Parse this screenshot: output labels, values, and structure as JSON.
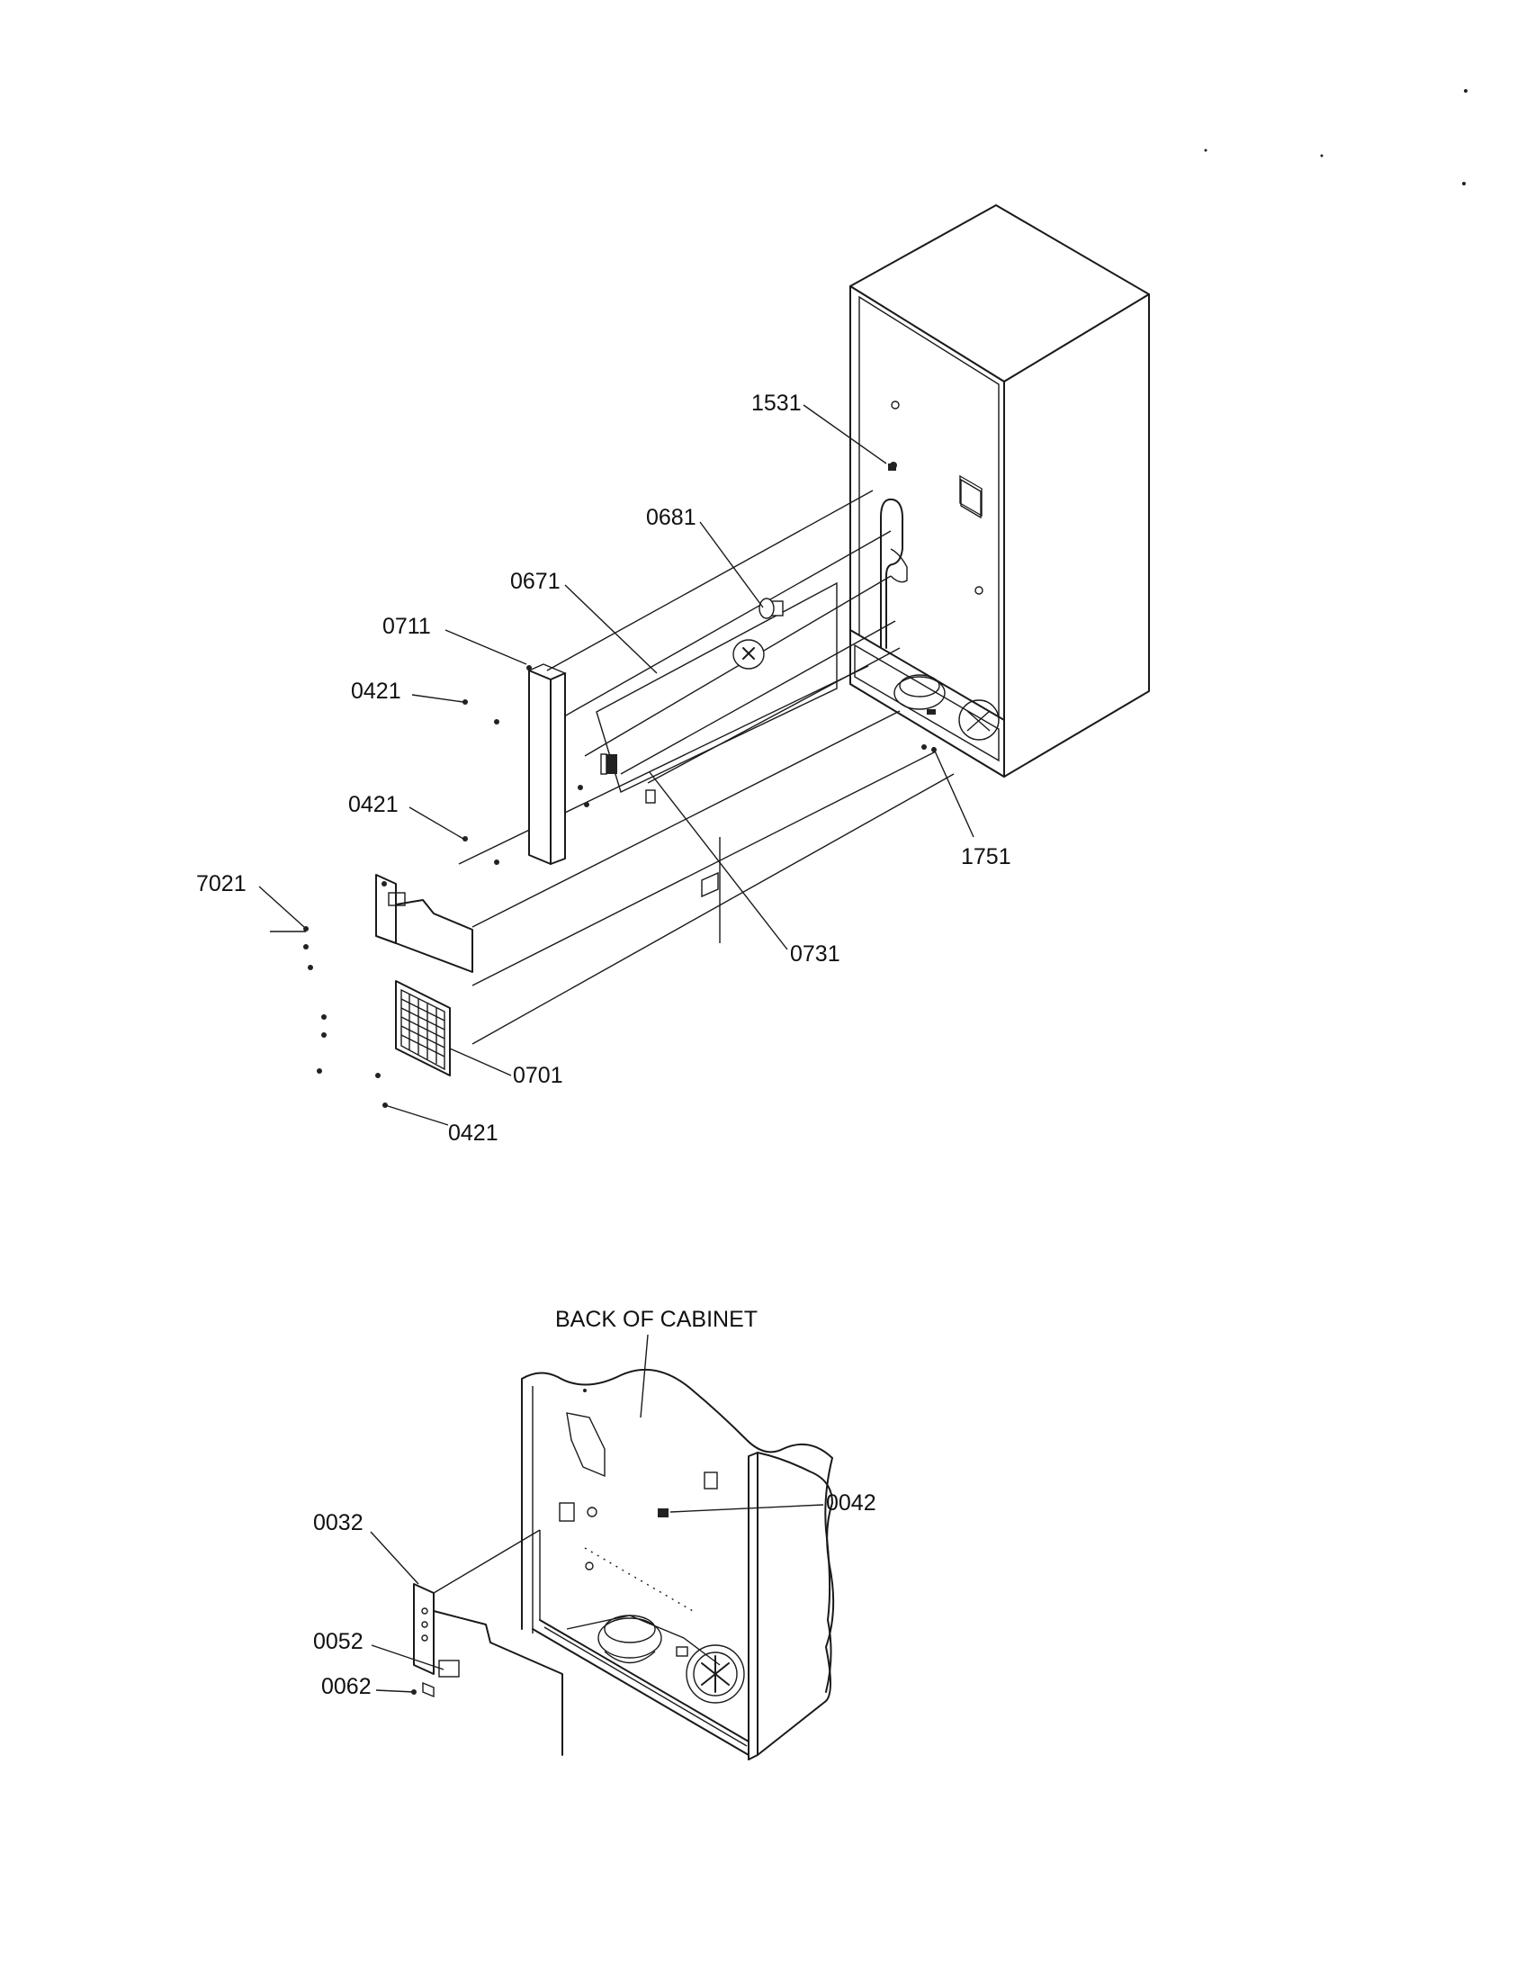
{
  "labels": {
    "p1531": "1531",
    "p0681": "0681",
    "p0671": "0671",
    "p0711": "0711",
    "p0421a": "0421",
    "p0421b": "0421",
    "p0421c": "0421",
    "p1751": "1751",
    "p7021": "7021",
    "p0731": "0731",
    "p0701": "0701",
    "p0032": "0032",
    "p0042": "0042",
    "p0052": "0052",
    "p0062": "0062"
  },
  "captions": {
    "back_of_cabinet": "BACK OF CABINET"
  },
  "colors": {
    "ink": "#1a1a1a",
    "paper": "#ffffff"
  }
}
